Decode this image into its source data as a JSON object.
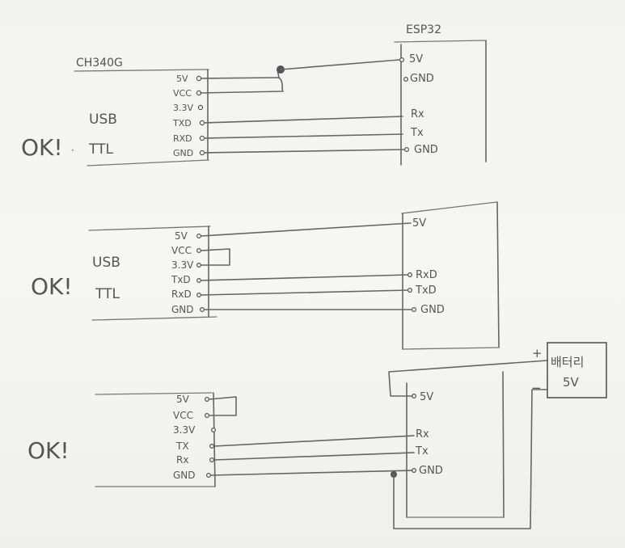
{
  "header": {
    "usb_module": "CH340G",
    "board": "ESP32"
  },
  "diagram1": {
    "status": "OK!",
    "module_labels": [
      "USB",
      "TTL"
    ],
    "usb_pins": [
      "5V",
      "VCC",
      "3.3V",
      "TXD",
      "RXD",
      "GND"
    ],
    "esp_pins": [
      "5V",
      "GND",
      "Rx",
      "Tx",
      "GND"
    ]
  },
  "diagram2": {
    "status": "OK!",
    "module_labels": [
      "USB",
      "TTL"
    ],
    "usb_pins": [
      "5V",
      "VCC",
      "3.3V",
      "TxD",
      "RxD",
      "GND"
    ],
    "esp_pins": [
      "5V",
      "RxD",
      "TxD",
      "GND"
    ]
  },
  "diagram3": {
    "status": "OK!",
    "usb_pins": [
      "5V",
      "VCC",
      "3.3V",
      "TX",
      "Rx",
      "GND"
    ],
    "esp_pins": [
      "5V",
      "Rx",
      "Tx",
      "GND"
    ],
    "battery": {
      "label": "배터리",
      "voltage": "5V",
      "plus": "+",
      "minus": "−"
    }
  }
}
